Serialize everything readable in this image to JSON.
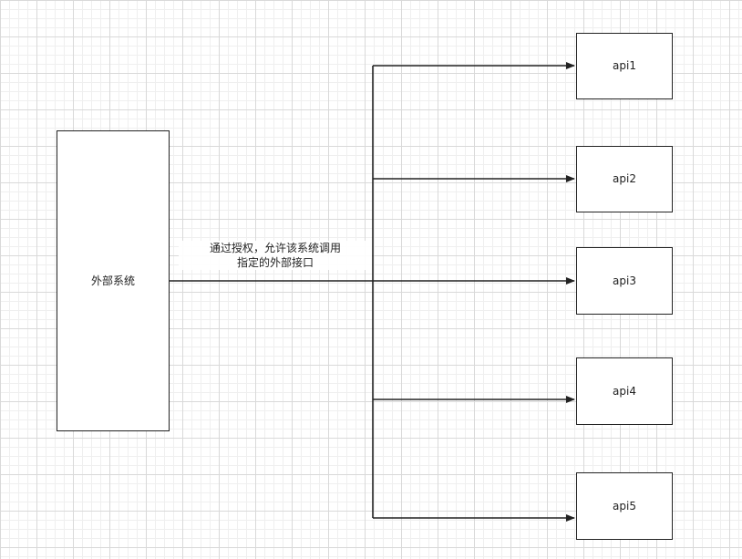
{
  "diagram": {
    "source": {
      "label": "外部系统"
    },
    "edge_label": {
      "line1": "通过授权，允许该系统调用",
      "line2": "指定的外部接口"
    },
    "targets": [
      {
        "label": "api1"
      },
      {
        "label": "api2"
      },
      {
        "label": "api3"
      },
      {
        "label": "api4"
      },
      {
        "label": "api5"
      }
    ],
    "colors": {
      "stroke": "#222222",
      "grid_major": "#d9d9d9",
      "grid_minor": "#efefef",
      "background": "#ffffff"
    }
  }
}
